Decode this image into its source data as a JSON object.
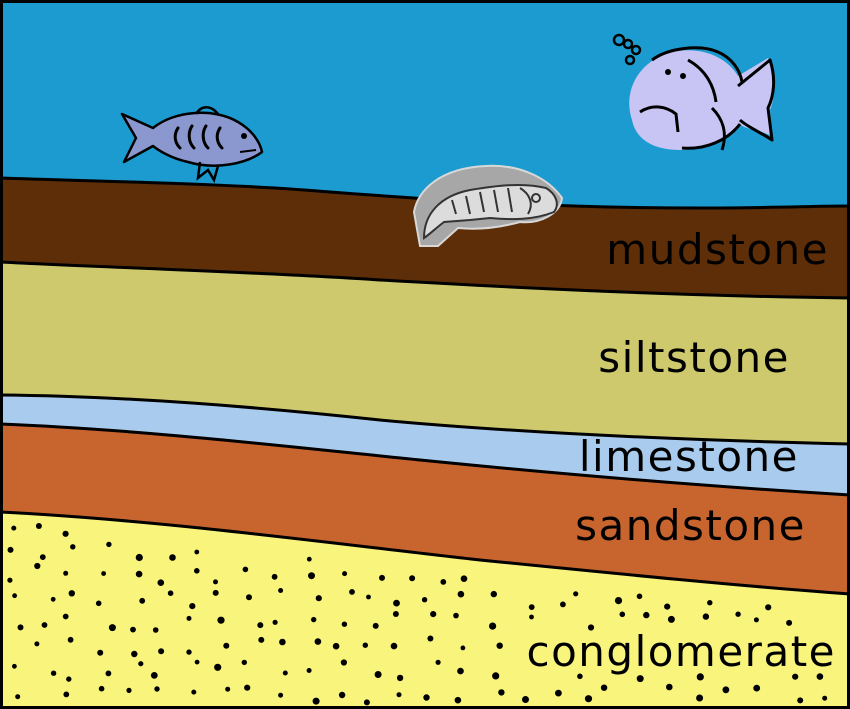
{
  "colors": {
    "water": "#1b9bd0",
    "mudstone": "#5e2e08",
    "siltstone": "#cdc96c",
    "limestone": "#a9ccee",
    "sandstone": "#c8642e",
    "conglomerate": "#f8f47c",
    "pebble": "#000000",
    "fish_left_body": "#8b97cf",
    "fish_right_body": "#c8c4f3",
    "fossil_matrix": "#a7a7a7",
    "fossil_bone": "#dcdcdc"
  },
  "icons": [
    "striped-fish-icon",
    "round-fish-icon",
    "fossil-fish-icon",
    "bubbles-icon"
  ],
  "layers": [
    {
      "id": "mudstone",
      "label": "mudstone"
    },
    {
      "id": "siltstone",
      "label": "siltstone"
    },
    {
      "id": "limestone",
      "label": "limestone"
    },
    {
      "id": "sandstone",
      "label": "sandstone"
    },
    {
      "id": "conglomerate",
      "label": "conglomerate"
    }
  ]
}
